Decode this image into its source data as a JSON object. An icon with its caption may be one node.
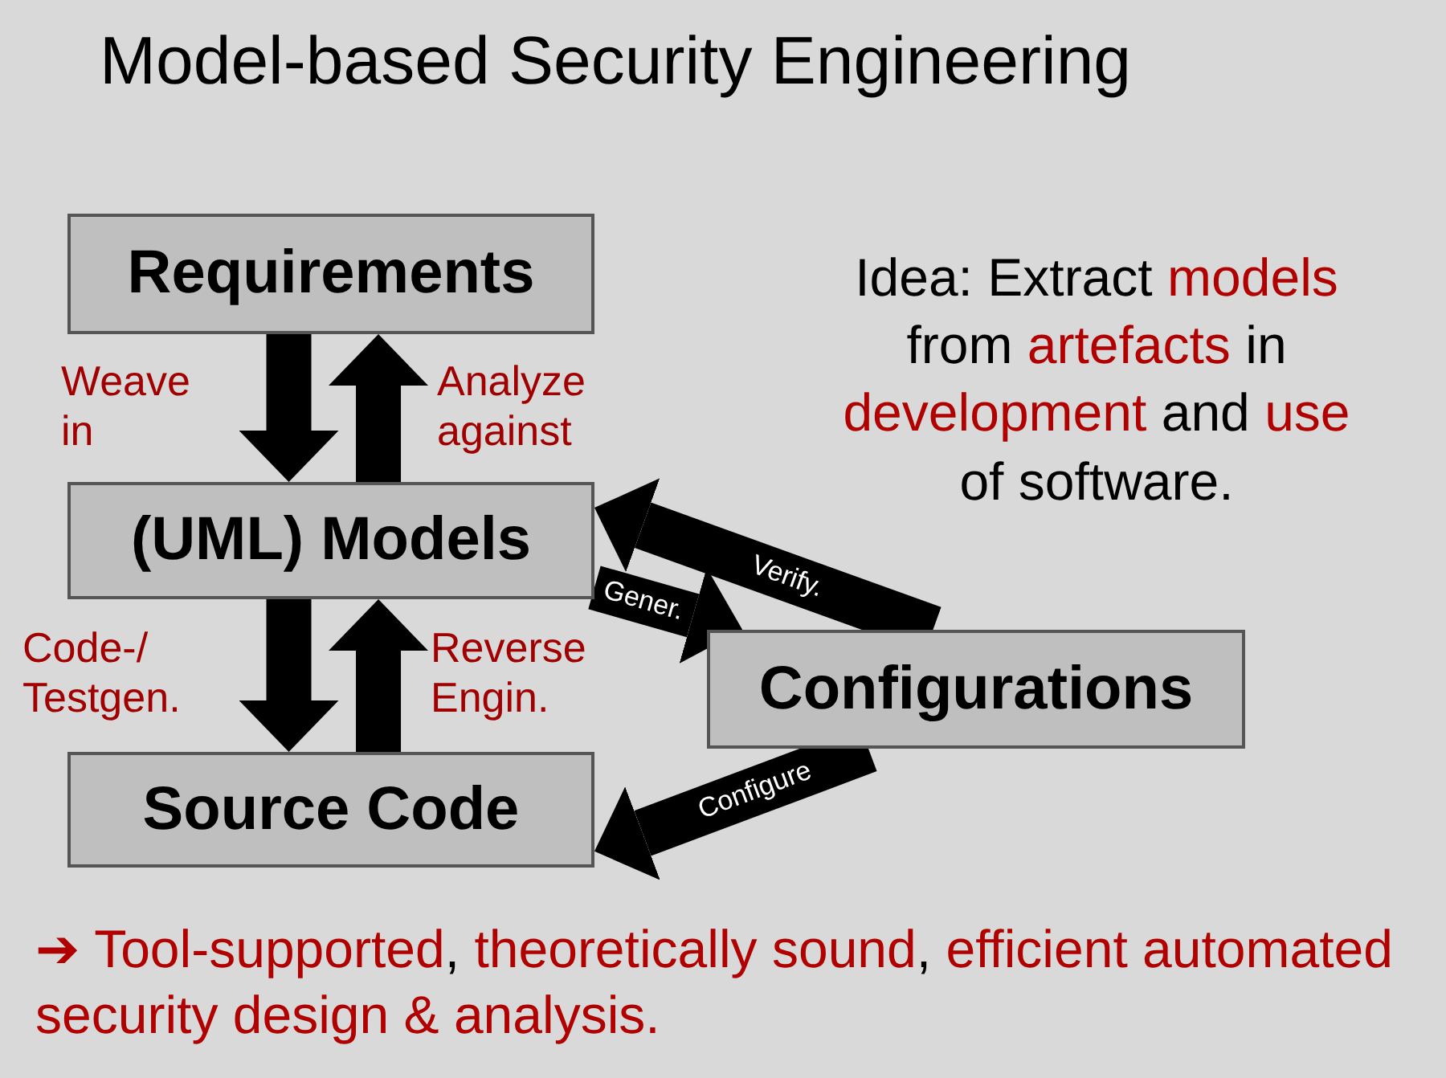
{
  "diagram": {
    "title": "Model-based Security Engineering",
    "nodes": [
      {
        "text": [
          "Requirements"
        ]
      },
      {
        "text": [
          "(UML) Models"
        ]
      },
      {
        "text": [
          "Configurations"
        ]
      },
      {
        "text": [
          "Source Code"
        ]
      }
    ],
    "edges": [
      {
        "from": 0,
        "to": 1,
        "arrow": "to",
        "label": "Weave in"
      },
      {
        "from": 1,
        "to": 0,
        "arrow": "to",
        "label": "Analyze against"
      },
      {
        "from": 1,
        "to": 2,
        "arrow": "to",
        "label": "Gener."
      },
      {
        "from": 2,
        "to": 1,
        "arrow": "to",
        "label": "Verify."
      },
      {
        "from": 1,
        "to": 3,
        "arrow": "to",
        "label": "Code-/ Testgen."
      },
      {
        "from": 3,
        "to": 1,
        "arrow": "to",
        "label": "Reverse Engin."
      },
      {
        "from": 2,
        "to": 3,
        "arrow": "to",
        "label": "Configure"
      }
    ],
    "labels": [
      "Idea: Extract **models** from **artefacts** in **development** and **use** of software.",
      "**➔ Tool-supported**, **theoretically sound**, **efficient automated security design & analysis.**"
    ]
  }
}
